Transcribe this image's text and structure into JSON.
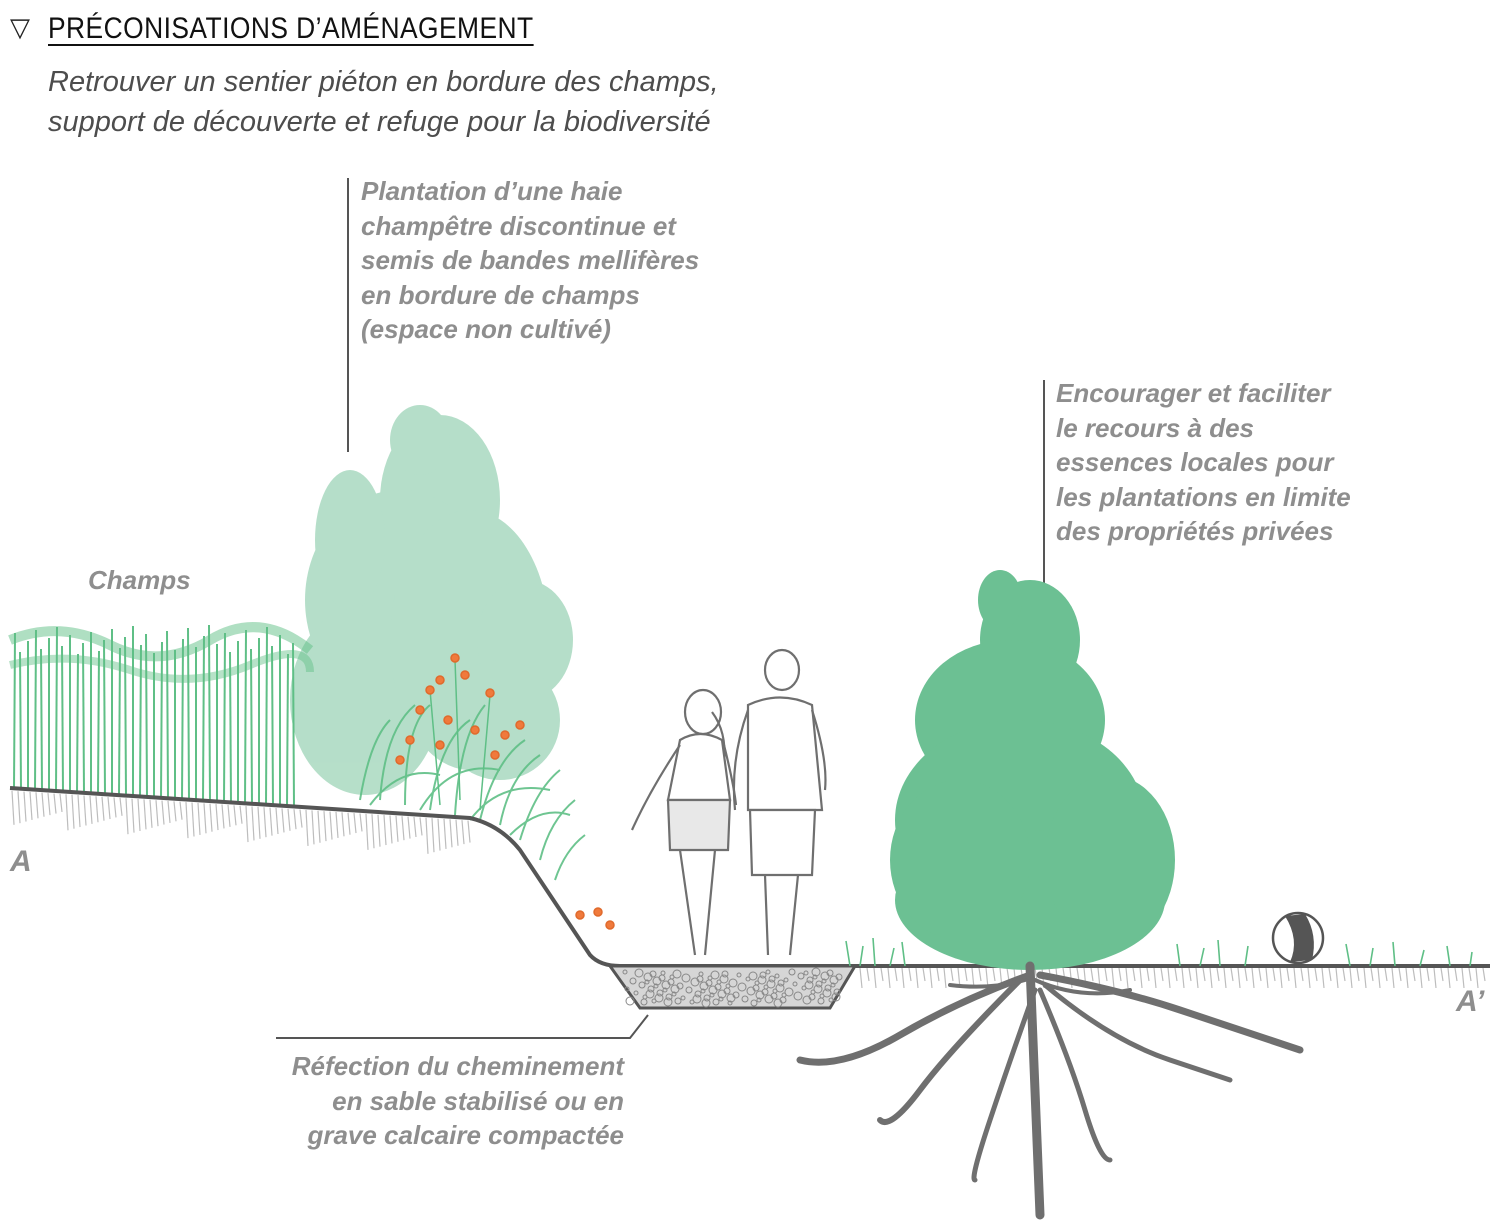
{
  "header": {
    "marker": "▽",
    "title": "PRÉCONISATIONS D’AMÉNAGEMENT",
    "subtitle_lines": [
      "Retrouver un sentier piéton en bordure des champs,",
      "support de découverte et refuge pour la biodiversité"
    ]
  },
  "annotations": {
    "hedge": {
      "lines": [
        "Plantation d’une haie",
        "champêtre discontinue et",
        "semis de bandes mellifères",
        "en bordure de champs",
        "(espace non cultivé)"
      ]
    },
    "local_species": {
      "lines": [
        "Encourager et faciliter",
        "le recours à des",
        "essences locales pour",
        "les plantations en limite",
        "des propriétés privées"
      ]
    },
    "path": {
      "lines": [
        "Réfection du cheminement",
        "en sable stabilisé ou en",
        "grave calcaire compactée"
      ]
    },
    "fields_label": "Champs"
  },
  "section_marks": {
    "start": "A",
    "end": "A’"
  },
  "colors": {
    "title": "#111111",
    "subtitle": "#4d4d4d",
    "annotation": "#8e8e8e",
    "ground_line": "#555555",
    "hedge_light": "#a9d9c0",
    "tree_green": "#6cc093",
    "grass_green": "#5fbf86",
    "flower_orange": "#f07a3c",
    "roots": "#6f6f6f"
  }
}
